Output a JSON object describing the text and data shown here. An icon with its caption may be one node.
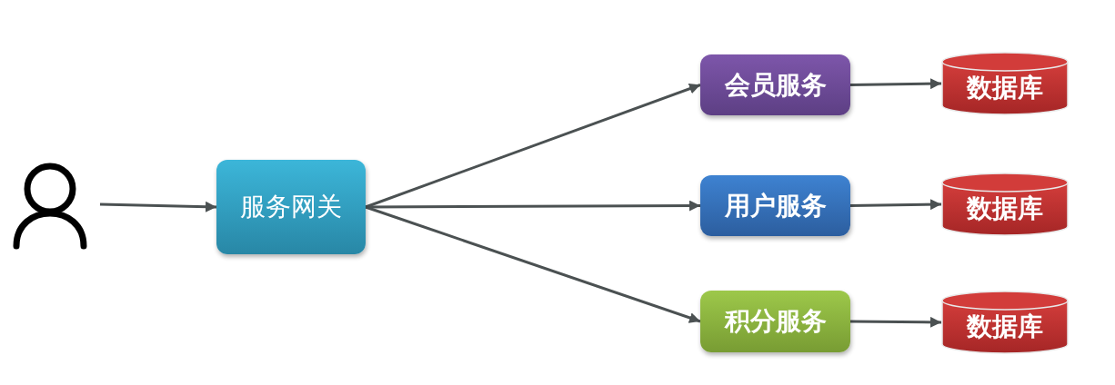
{
  "diagram": {
    "nodes": [
      {
        "text": [],
        "shape": "person"
      },
      {
        "text": [
          "服务网关"
        ]
      },
      {
        "text": [
          "会员服务"
        ]
      },
      {
        "text": [
          "用户服务"
        ]
      },
      {
        "text": [
          "积分服务"
        ]
      },
      {
        "text": [
          "数据库"
        ]
      },
      {
        "text": [
          "数据库"
        ]
      },
      {
        "text": [
          "数据库"
        ]
      }
    ],
    "edges": [
      {
        "from": 0,
        "to": 1,
        "arrow": "to"
      },
      {
        "from": 1,
        "to": 2,
        "arrow": "to"
      },
      {
        "from": 1,
        "to": 3,
        "arrow": "to"
      },
      {
        "from": 1,
        "to": 4,
        "arrow": "to"
      },
      {
        "from": 2,
        "to": 5,
        "arrow": "to"
      },
      {
        "from": 3,
        "to": 6,
        "arrow": "to"
      },
      {
        "from": 4,
        "to": 7,
        "arrow": "to"
      }
    ]
  }
}
